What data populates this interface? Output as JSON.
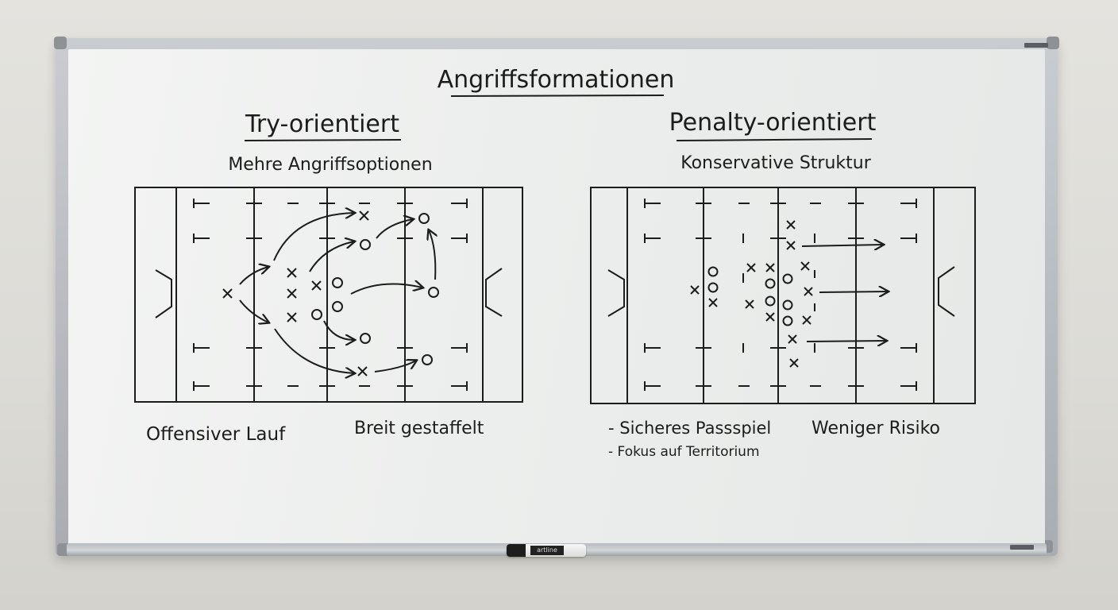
{
  "board": {
    "title": "Angriffsformationen",
    "left": {
      "heading": "Try-orientiert",
      "subheading": "Mehre Angriffsoptionen",
      "note_left": "Offensiver Lauf",
      "note_right": "Breit gestaffelt"
    },
    "right": {
      "heading": "Penalty-orientiert",
      "subheading": "Konservative Struktur",
      "bullets": [
        "- Sicheres Passspiel",
        "- Fokus auf Territorium"
      ],
      "note_right": "Weniger Risiko"
    }
  },
  "marker_label": "artline",
  "colors": {
    "ink": "#1c1c1c",
    "board": "#eceeed",
    "frame": "#b4b8bd",
    "wall": "#dfded9"
  }
}
